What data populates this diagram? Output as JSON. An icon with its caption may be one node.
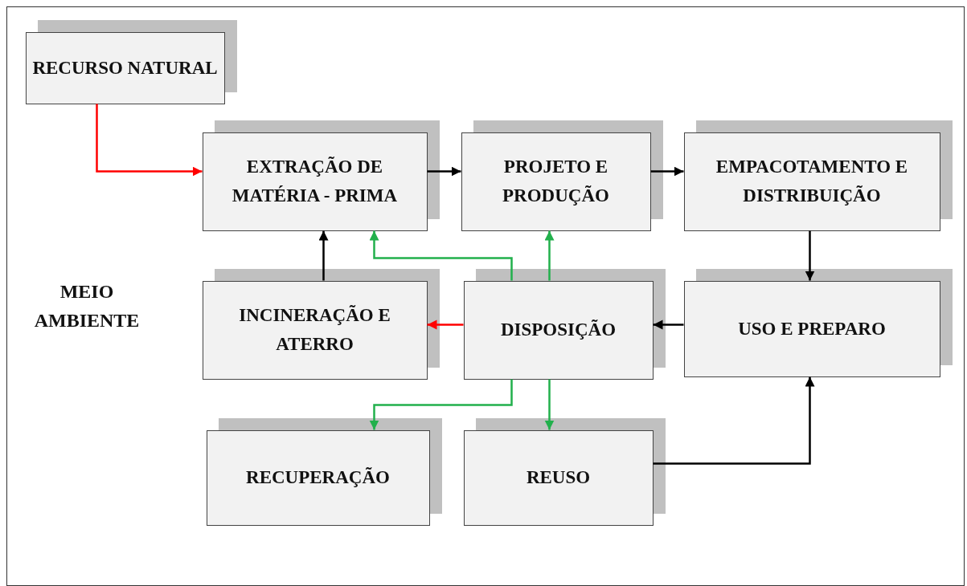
{
  "diagram": {
    "nodes": [
      {
        "text": [
          "MEIO AMBIENTE"
        ]
      },
      {
        "text": [
          "RECURSO NATURAL"
        ],
        "in": 0
      },
      {
        "text": [
          "EXTRAÇÃO DE MATÉRIA - PRIMA"
        ],
        "in": 0
      },
      {
        "text": [
          "PROJETO E PRODUÇÃO"
        ],
        "in": 0
      },
      {
        "text": [
          "EMPACOTAMENTO E DISTRIBUIÇÃO"
        ],
        "in": 0
      },
      {
        "text": [
          "INCINERAÇÃO E ATERRO"
        ],
        "in": 0
      },
      {
        "text": [
          "DISPOSIÇÃO"
        ],
        "in": 0
      },
      {
        "text": [
          "USO E PREPARO"
        ],
        "in": 0
      },
      {
        "text": [
          "RECUPERAÇÃO"
        ],
        "in": 0
      },
      {
        "text": [
          "REUSO"
        ],
        "in": 0
      }
    ],
    "edges": [
      {
        "from": 1,
        "to": 2,
        "arrow": "to",
        "color": "#ff0000"
      },
      {
        "from": 2,
        "to": 3,
        "arrow": "to"
      },
      {
        "from": 3,
        "to": 4,
        "arrow": "to"
      },
      {
        "from": 4,
        "to": 7,
        "arrow": "to"
      },
      {
        "from": 7,
        "to": 6,
        "arrow": "to"
      },
      {
        "from": 6,
        "to": 5,
        "arrow": "to",
        "color": "#ff0000"
      },
      {
        "from": 5,
        "to": 2,
        "arrow": "to"
      },
      {
        "from": 6,
        "to": 2,
        "arrow": "to",
        "color": "#22b04c"
      },
      {
        "from": 6,
        "to": 3,
        "arrow": "to",
        "color": "#22b04c"
      },
      {
        "from": 6,
        "to": 8,
        "arrow": "to",
        "color": "#22b04c"
      },
      {
        "from": 6,
        "to": 9,
        "arrow": "to",
        "color": "#22b04c"
      },
      {
        "from": 9,
        "to": 7,
        "arrow": "to"
      }
    ]
  }
}
